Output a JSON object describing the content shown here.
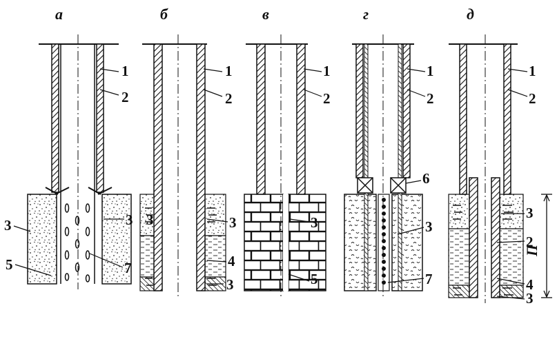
{
  "panels": [
    {
      "id": "a",
      "title": "а",
      "labels": [
        "1",
        "2",
        "3",
        "3",
        "5",
        "7"
      ]
    },
    {
      "id": "b",
      "title": "б",
      "labels": [
        "1",
        "2",
        "3",
        "3",
        "4",
        "3"
      ]
    },
    {
      "id": "v",
      "title": "в",
      "labels": [
        "1",
        "2",
        "3",
        "5"
      ]
    },
    {
      "id": "g",
      "title": "г",
      "labels": [
        "1",
        "2",
        "6",
        "3",
        "7"
      ]
    },
    {
      "id": "d",
      "title": "д",
      "labels": [
        "1",
        "2",
        "3",
        "2",
        "4",
        "3"
      ]
    }
  ],
  "dimension_label": "П",
  "colors": {
    "ink": "#111111",
    "paper": "#ffffff",
    "fill": "#f3f3f3"
  }
}
